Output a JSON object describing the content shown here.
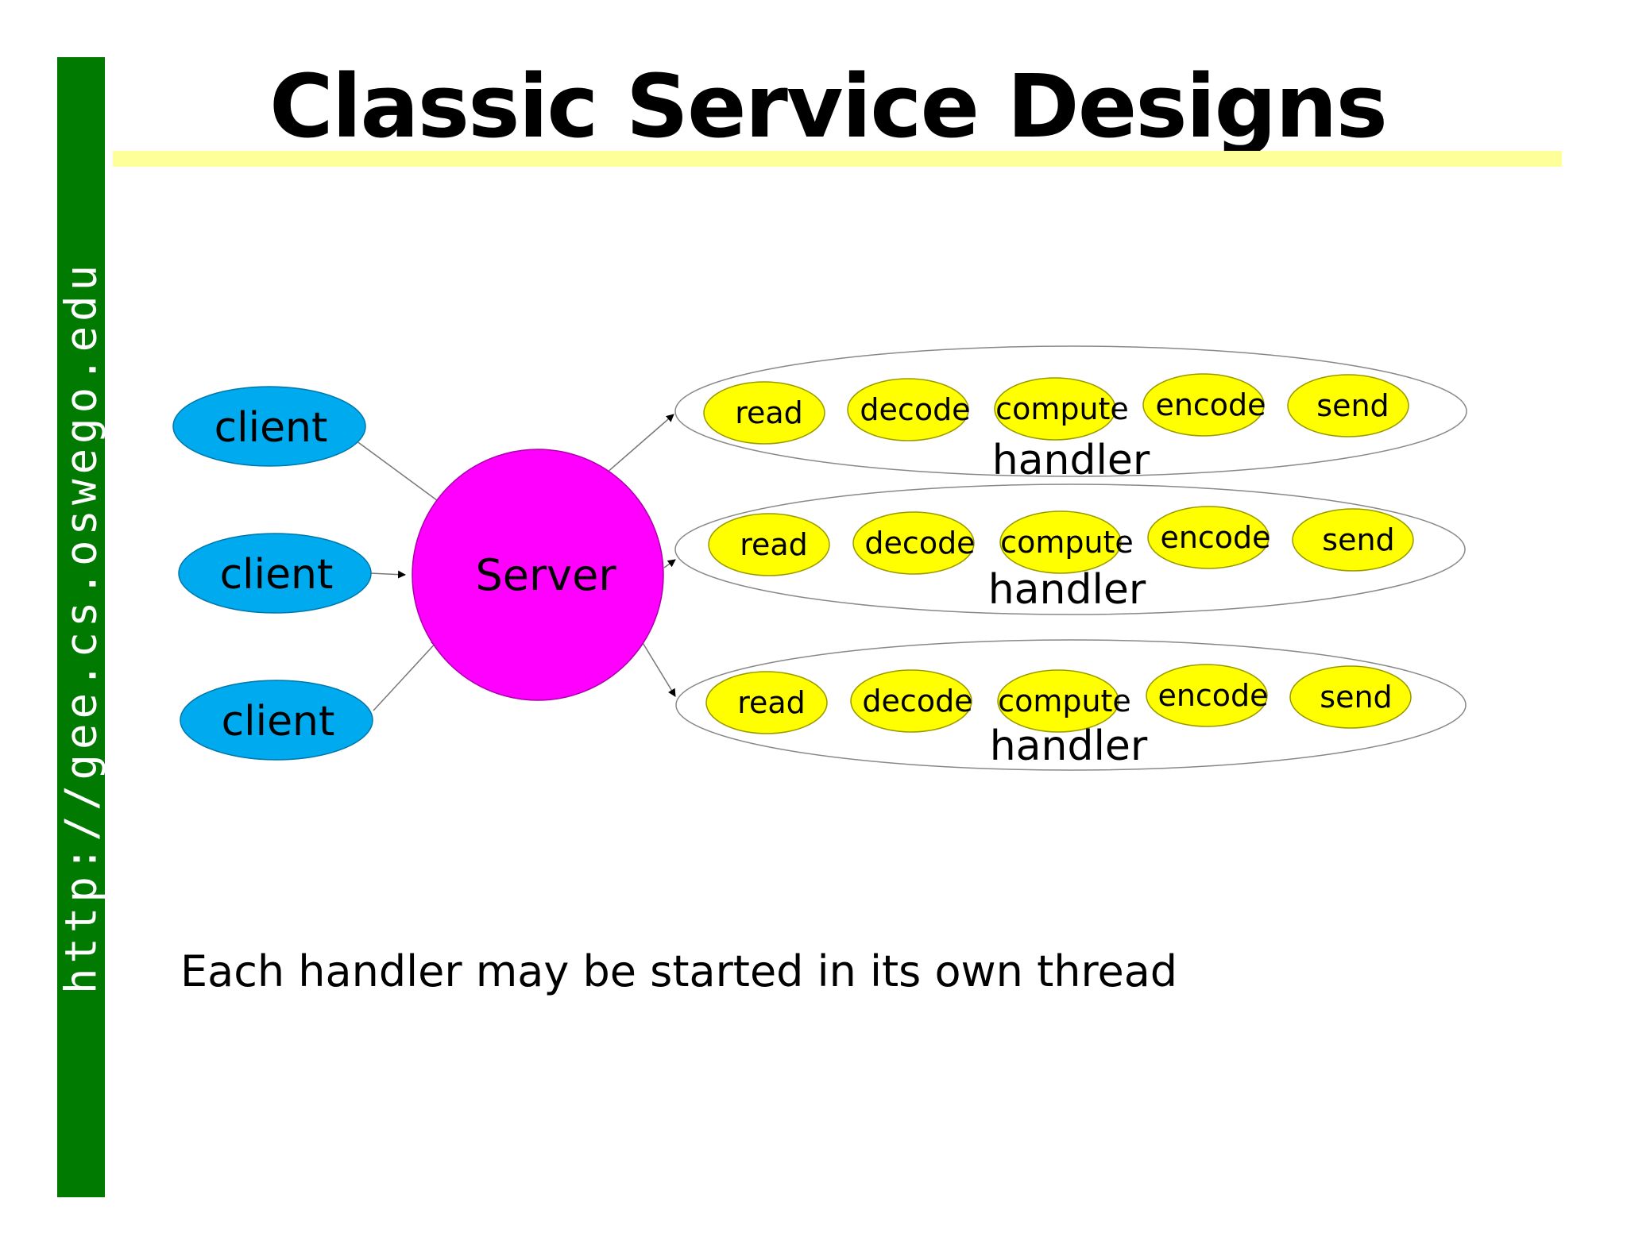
{
  "sidebar": {
    "url": "http://gee.cs.oswego.edu"
  },
  "title": "Classic Service Designs",
  "diagram": {
    "clients": [
      "client",
      "client",
      "client"
    ],
    "server": "Server",
    "handlers": [
      {
        "label": "handler",
        "steps": [
          "read",
          "decode",
          "compute",
          "encode",
          "send"
        ]
      },
      {
        "label": "handler",
        "steps": [
          "read",
          "decode",
          "compute",
          "encode",
          "send"
        ]
      },
      {
        "label": "handler",
        "steps": [
          "read",
          "decode",
          "compute",
          "encode",
          "send"
        ]
      }
    ]
  },
  "caption": "Each handler may be started in its own thread",
  "colors": {
    "sidebar": "#007a00",
    "title_rule": "#ffff99",
    "client": "#00aaee",
    "server": "#ff00ff",
    "step": "#ffff00",
    "outline": "#808080"
  }
}
